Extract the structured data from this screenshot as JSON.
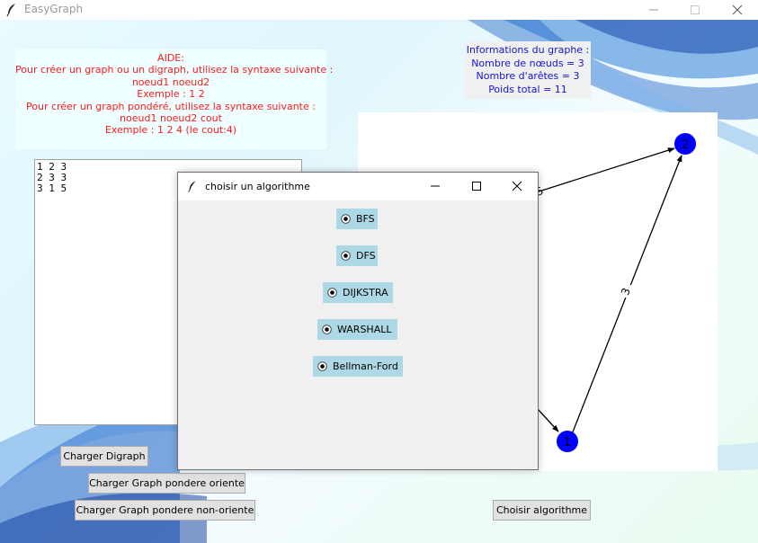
{
  "window": {
    "title": "EasyGraph"
  },
  "help": {
    "lines": [
      "AIDE:",
      "Pour créer un graph ou un digraph, utilisez la syntaxe suivante :",
      "noeud1 noeud2",
      "Exemple : 1 2",
      "Pour créer un graph pondéré, utilisez la syntaxe suivante :",
      "noeud1 noeud2 cout",
      "Exemple : 1 2 4 (le cout:4)"
    ]
  },
  "info": {
    "lines": [
      "Informations du graphe :",
      "Nombre de nœuds = 3",
      "Nombre d'arêtes = 3",
      "Poids total = 11"
    ]
  },
  "edges_input": {
    "value": "1 2 3\n2 3 3\n3 1 5"
  },
  "graph": {
    "node_color": "#0000ff",
    "nodes": [
      {
        "label": "2"
      },
      {
        "label": "1"
      }
    ],
    "edge_labels": [
      "5",
      "3"
    ]
  },
  "buttons": {
    "charger_digraph": "Charger Digraph",
    "charger_pondere_oriente": "Charger Graph pondere oriente",
    "charger_pondere_non_oriente": "Charger Graph pondere non-oriente",
    "choisir_algorithme": "Choisir algorithme"
  },
  "dialog": {
    "title": "choisir un algorithme",
    "options": [
      "BFS",
      "DFS",
      "DIJKSTRA",
      "WARSHALL",
      "Bellman-Ford"
    ]
  },
  "colors": {
    "help_text": "#ff1a1a",
    "info_text": "#1515d8",
    "radio_bg": "#add8e6"
  }
}
